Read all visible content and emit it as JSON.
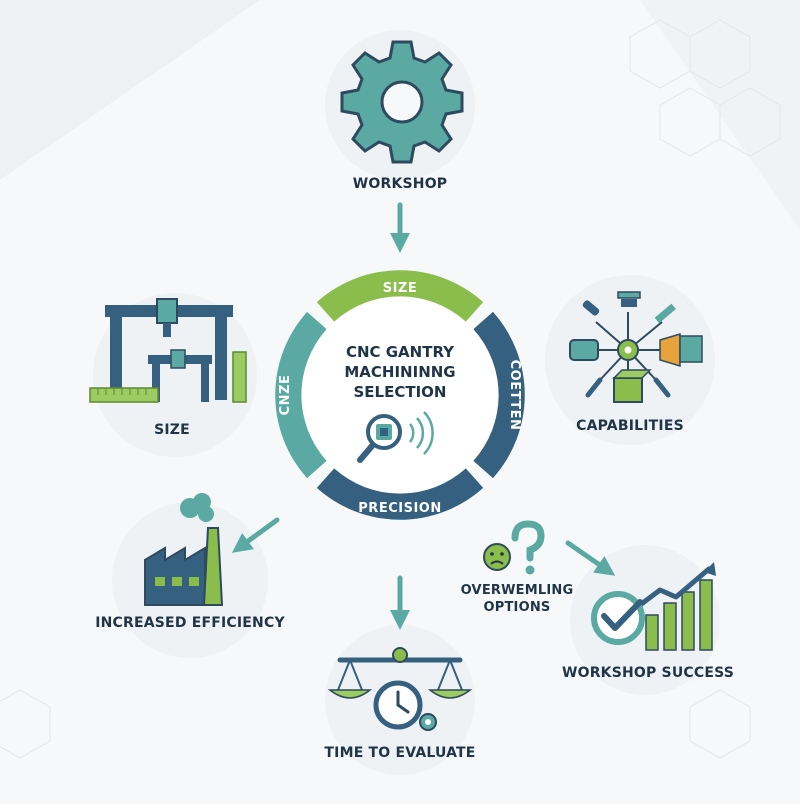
{
  "colors": {
    "teal": "#5aa9a3",
    "navy": "#35607f",
    "green": "#8bbd4c",
    "text": "#1f3447"
  },
  "center": {
    "title_lines": [
      "CNC GANTRY",
      "MACHININNG",
      "SELECTION"
    ],
    "icon": "magnifier-chip-icon"
  },
  "ring": {
    "top": "SIZE",
    "left": "CNZE",
    "right": "COETTEN",
    "bottom": "PRECISION"
  },
  "nodes": {
    "workshop": {
      "label": "WORKSHOP",
      "icon": "gear-icon"
    },
    "size": {
      "label": "SIZE",
      "icon": "gantry-machine-icon"
    },
    "capabilities": {
      "label": "CAPABILITIES",
      "icon": "tools-cluster-icon"
    },
    "efficiency": {
      "label": "INCREASED EFFICIENCY",
      "icon": "factory-icon"
    },
    "time": {
      "label": "TIME TO EVALUATE",
      "icon": "scale-clock-icon"
    },
    "overwhelming": {
      "label_lines": [
        "OVERWEMLING",
        "OPTIONS"
      ],
      "icon": "confused-face-icon"
    },
    "success": {
      "label": "WORKSHOP SUCCESS",
      "icon": "checkmark-chart-icon"
    }
  }
}
